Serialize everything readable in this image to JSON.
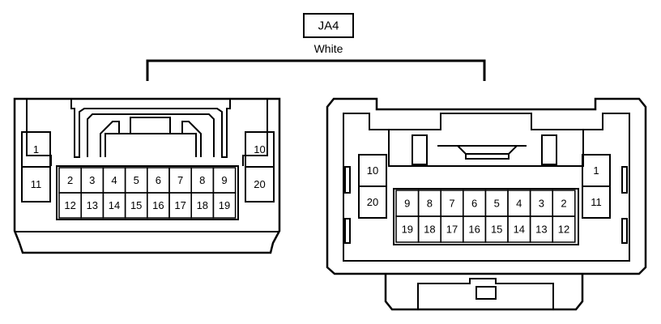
{
  "connector": {
    "code": "JA4",
    "color": "White"
  },
  "female_view": {
    "top_pins": [
      "2",
      "3",
      "4",
      "5",
      "6",
      "7",
      "8",
      "9"
    ],
    "bottom_pins": [
      "12",
      "13",
      "14",
      "15",
      "16",
      "17",
      "18",
      "19"
    ],
    "left_side_pins": [
      "1",
      "11"
    ],
    "right_side_pins": [
      "10",
      "20"
    ]
  },
  "male_view": {
    "top_pins": [
      "9",
      "8",
      "7",
      "6",
      "5",
      "4",
      "3",
      "2"
    ],
    "bottom_pins": [
      "19",
      "18",
      "17",
      "16",
      "15",
      "14",
      "13",
      "12"
    ],
    "left_side_pins": [
      "10",
      "20"
    ],
    "right_side_pins": [
      "1",
      "11"
    ]
  }
}
